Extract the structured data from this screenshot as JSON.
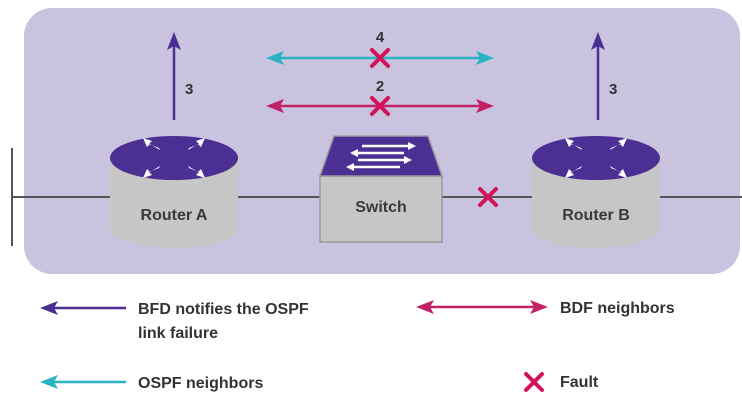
{
  "colors": {
    "panel_bg": "#c9c3e0",
    "router_top": "#4b2f93",
    "router_body": "#c8c8c8",
    "bfd_notify_purple": "#4b2f93",
    "ospf_cyan": "#2ab3c3",
    "bfd_magenta": "#c42266",
    "fault_red": "#d4145a"
  },
  "nodes": {
    "router_a": "Router A",
    "switch": "Switch",
    "router_b": "Router B"
  },
  "arrows": {
    "ospf_label": "4",
    "bfd_label": "2",
    "notify_left_label": "3",
    "notify_right_label": "3"
  },
  "legend": {
    "notify_line1": "BFD notifies the OSPF",
    "notify_line2": "link failure",
    "bdf_neighbors": "BDF neighbors",
    "ospf_neighbors": "OSPF neighbors",
    "fault": "Fault"
  }
}
